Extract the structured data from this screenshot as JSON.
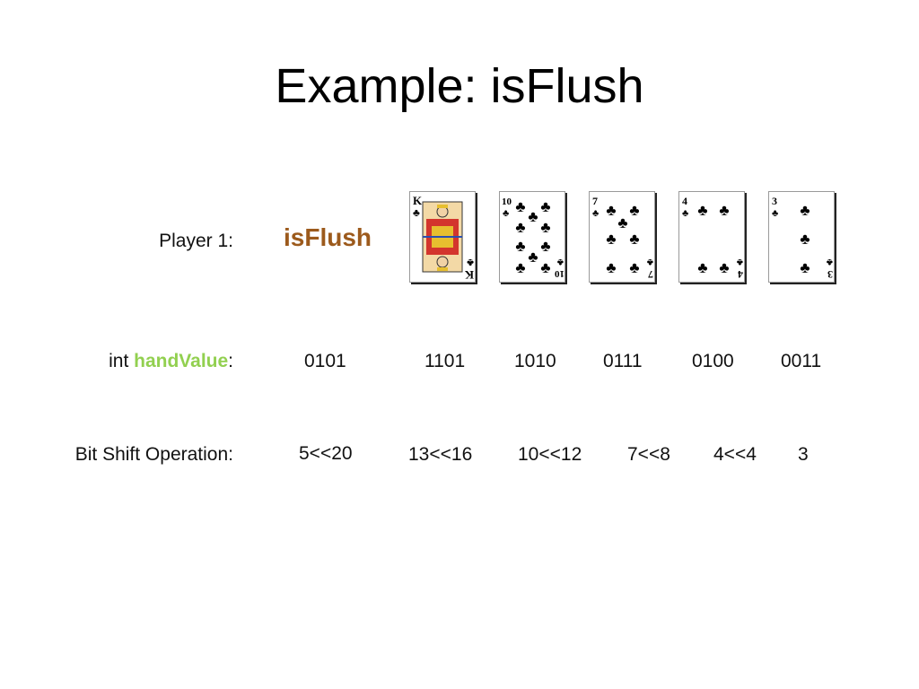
{
  "slide": {
    "title": "Example: isFlush"
  },
  "rows": {
    "player": {
      "label": "Player 1:",
      "result": "isFlush"
    },
    "hand_value": {
      "label_prefix": "int ",
      "label_highlight": "handValue",
      "label_suffix": ":",
      "values": [
        "0101",
        "1101",
        "1010",
        "0111",
        "0100",
        "0011"
      ]
    },
    "bit_shift": {
      "label": "Bit Shift Operation:",
      "values": [
        "5<<20",
        "13<<16",
        "10<<12",
        "7<<8",
        "4<<4",
        "3"
      ]
    }
  },
  "cards": [
    {
      "rank": "K",
      "suit": "clubs",
      "icon": "king-of-clubs-card"
    },
    {
      "rank": "10",
      "suit": "clubs",
      "icon": "ten-of-clubs-card"
    },
    {
      "rank": "7",
      "suit": "clubs",
      "icon": "seven-of-clubs-card"
    },
    {
      "rank": "4",
      "suit": "clubs",
      "icon": "four-of-clubs-card"
    },
    {
      "rank": "3",
      "suit": "clubs",
      "icon": "three-of-clubs-card"
    }
  ],
  "colors": {
    "highlight_green": "#92d050",
    "highlight_brown": "#9c5a1c"
  }
}
